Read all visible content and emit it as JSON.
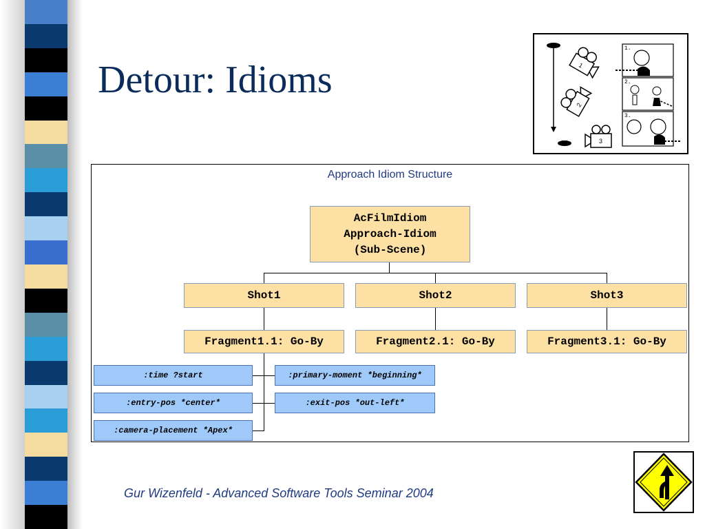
{
  "slide": {
    "title": "Detour: Idioms",
    "footer": "Gur Wizenfeld - Advanced Software Tools Seminar 2004"
  },
  "strip_colors": [
    "#4a7fc9",
    "#0b3a6e",
    "#000000",
    "#3a7fd4",
    "#000000",
    "#f4dca0",
    "#5b8fa8",
    "#2a9cd6",
    "#0b3a6e",
    "#a8d0f0",
    "#3a6fd0",
    "#f4dca0",
    "#000000",
    "#5b8fa8",
    "#2a9cd6",
    "#0b3a6e",
    "#a8d0f0",
    "#2a9cd6",
    "#f4dca0",
    "#0b3a6e",
    "#3a7fd4",
    "#000000"
  ],
  "illustration": {
    "panels": [
      "1.",
      "2.",
      "3."
    ],
    "cameras": [
      "1",
      "2",
      "3"
    ]
  },
  "diagram": {
    "title": "Approach Idiom Structure",
    "root": {
      "line1": "AcFilmIdiom",
      "line2": "Approach-Idiom",
      "line3": "(Sub-Scene)"
    },
    "shots": [
      "Shot1",
      "Shot2",
      "Shot3"
    ],
    "fragments": [
      "Fragment1.1: Go-By",
      "Fragment2.1: Go-By",
      "Fragment3.1: Go-By"
    ],
    "params_left": [
      ":time ?start",
      ":entry-pos *center*",
      ":camera-placement *Apex*"
    ],
    "params_right": [
      ":primary-moment *beginning*",
      ":exit-pos *out-left*"
    ]
  },
  "colors": {
    "title": "#0b2c5a",
    "node_fill": "#fde0a3",
    "param_fill": "#9ec9f8",
    "sign_fill": "#ffff00"
  },
  "icons": {
    "sign": "merge-sign-icon"
  }
}
